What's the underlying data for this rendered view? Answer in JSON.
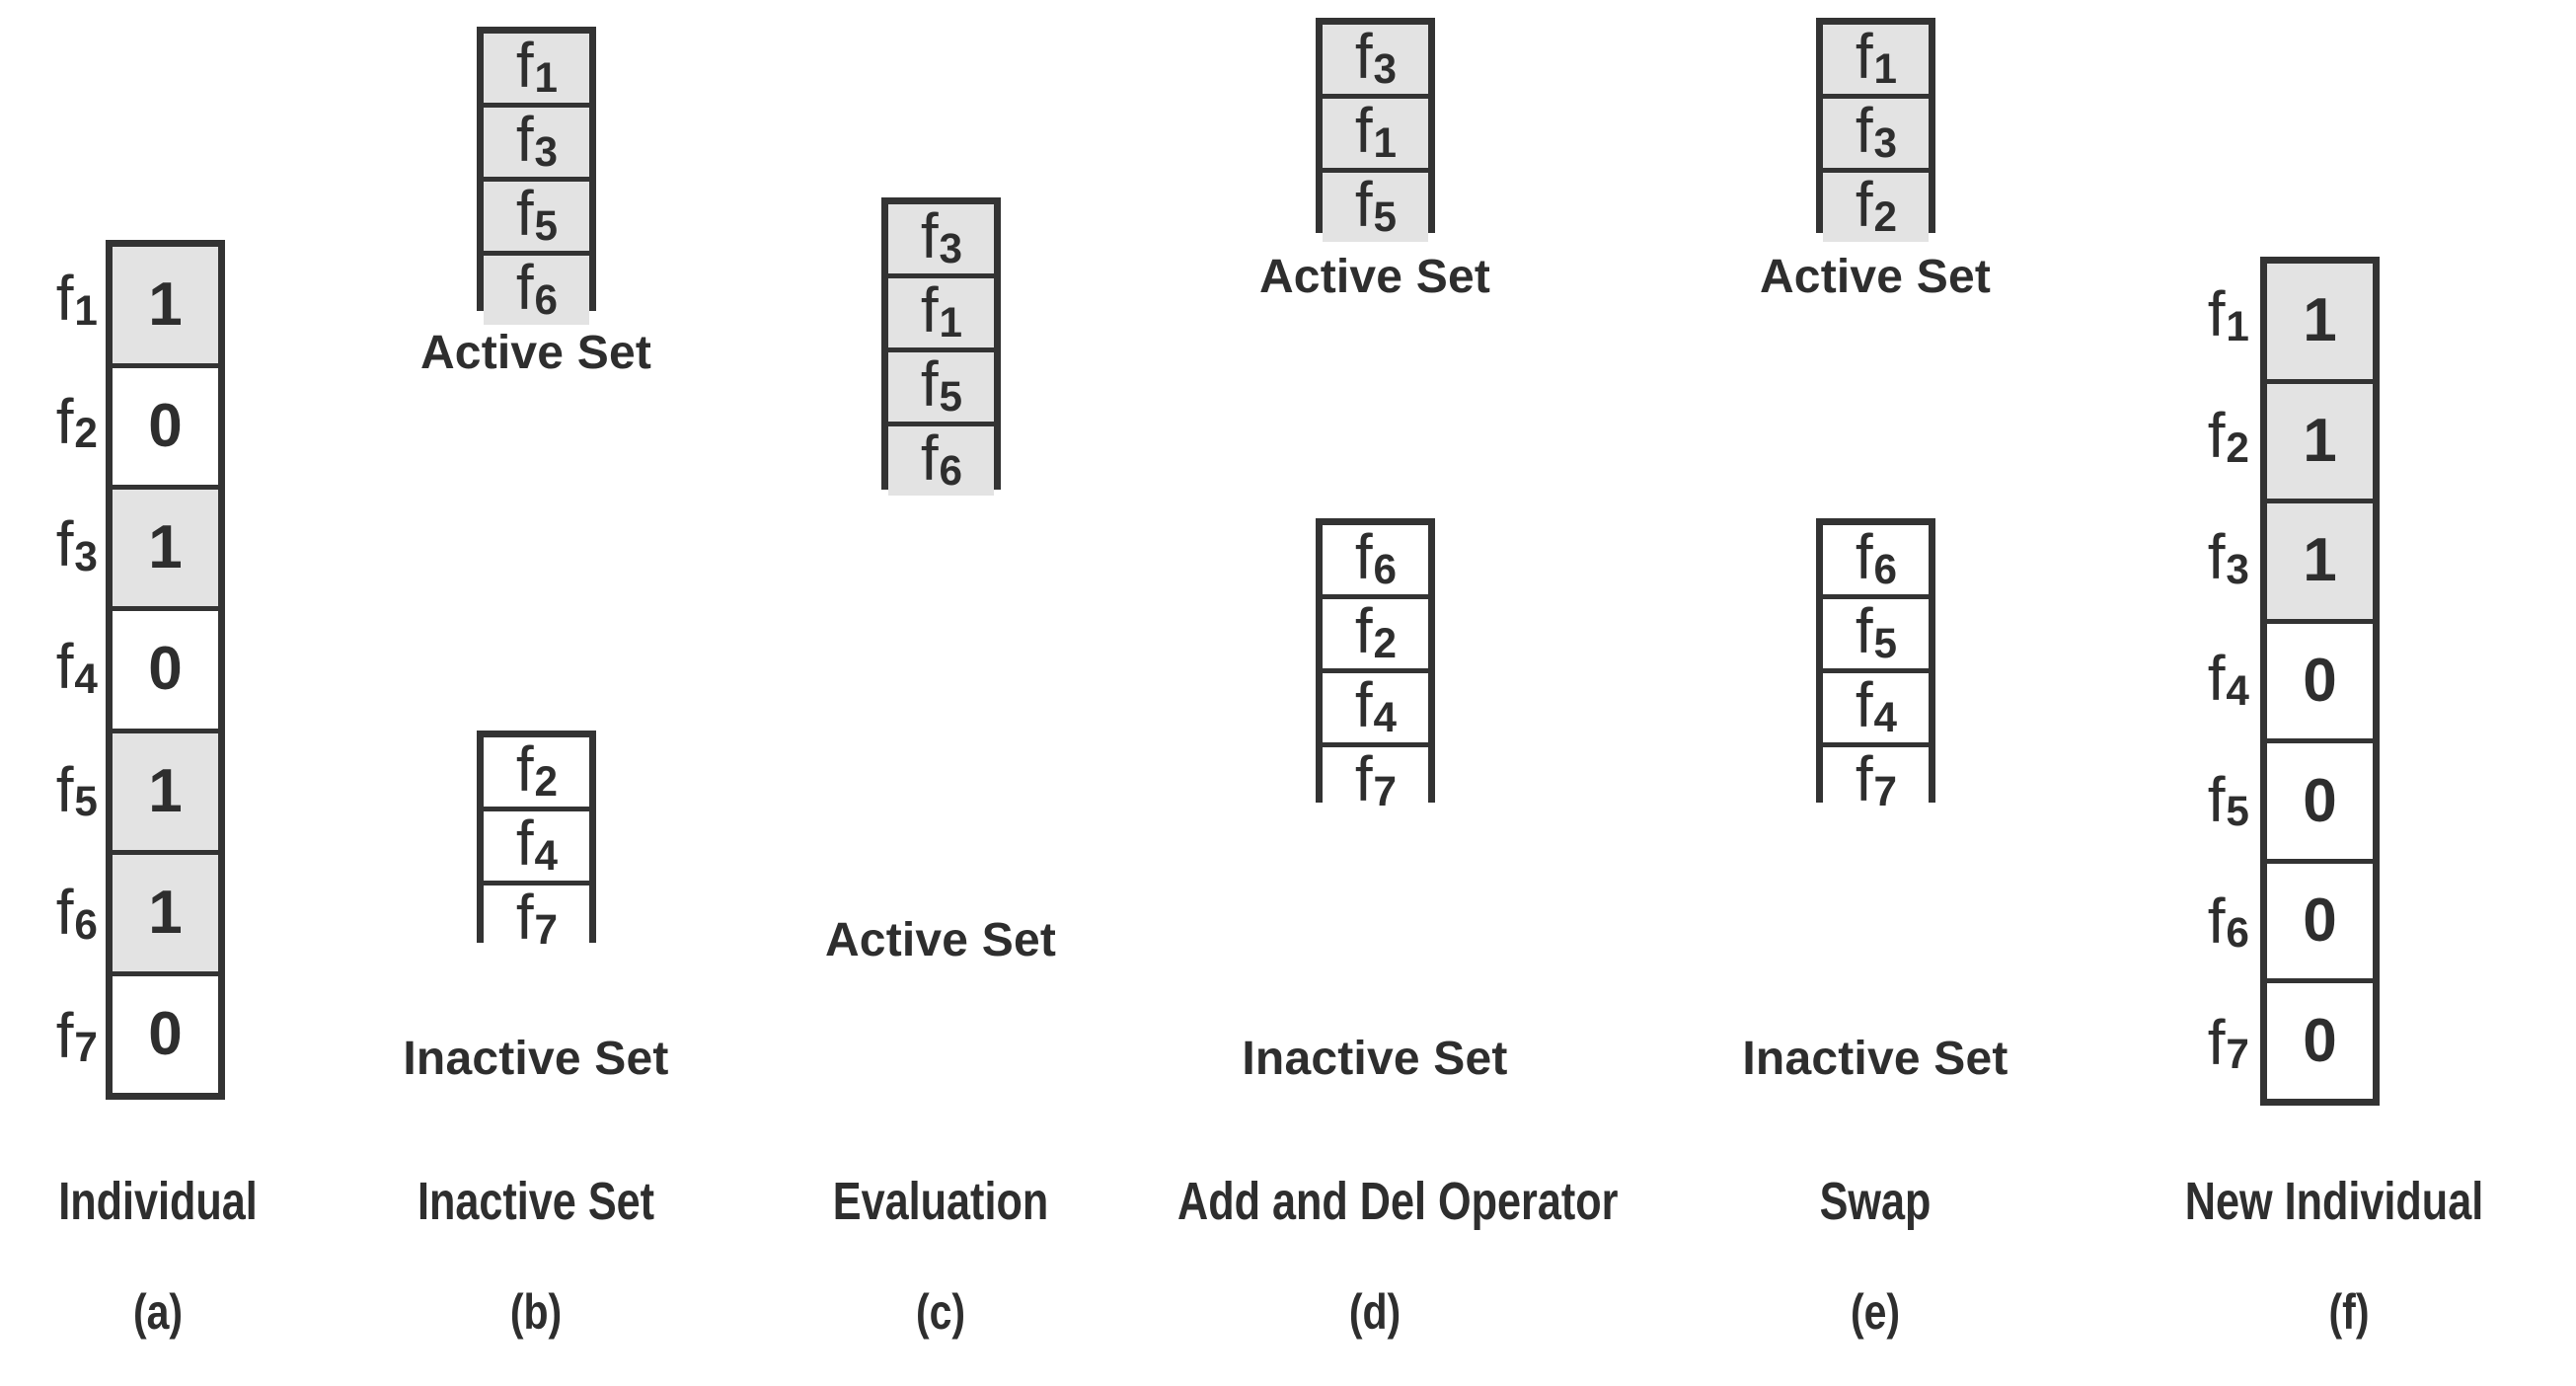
{
  "figure": {
    "description": "Genetic-algorithm feature selection encoding diagram",
    "shade_color": "#e3e3e3",
    "border_color": "#333333",
    "background": "#ffffff"
  },
  "labels": {
    "active_set": "Active Set",
    "inactive_set": "Inactive Set"
  },
  "panels": [
    {
      "id": "(a)",
      "caption": "Individual",
      "kind": "bitstring",
      "index_labels": [
        "f1",
        "f2",
        "f3",
        "f4",
        "f5",
        "f6",
        "f7"
      ],
      "bits": [
        "1",
        "0",
        "1",
        "0",
        "1",
        "1",
        "0"
      ],
      "shaded": [
        true,
        false,
        true,
        false,
        true,
        true,
        false
      ]
    },
    {
      "id": "(b)",
      "caption": "Inactive Set",
      "kind": "two-sets",
      "top_label": "Active Set",
      "top_items": [
        "f1",
        "f3",
        "f5",
        "f6"
      ],
      "top_shaded": true,
      "bottom_label": "Inactive Set",
      "bottom_items": [
        "f2",
        "f4",
        "f7"
      ],
      "bottom_shaded": false
    },
    {
      "id": "(c)",
      "caption": "Evaluation",
      "kind": "one-set",
      "label": "Active Set",
      "items": [
        "f3",
        "f1",
        "f5",
        "f6"
      ],
      "shaded": true
    },
    {
      "id": "(d)",
      "caption": "Add and Del Operator",
      "kind": "two-sets",
      "top_label": "Active Set",
      "top_items": [
        "f3",
        "f1",
        "f5"
      ],
      "top_shaded": true,
      "bottom_label": "Inactive Set",
      "bottom_items": [
        "f6",
        "f2",
        "f4",
        "f7"
      ],
      "bottom_shaded": false
    },
    {
      "id": "(e)",
      "caption": "Swap",
      "kind": "two-sets",
      "top_label": "Active Set",
      "top_items": [
        "f1",
        "f3",
        "f2"
      ],
      "top_shaded": true,
      "bottom_label": "Inactive Set",
      "bottom_items": [
        "f6",
        "f5",
        "f4",
        "f7"
      ],
      "bottom_shaded": false
    },
    {
      "id": "(f)",
      "caption": "New Individual",
      "kind": "bitstring",
      "index_labels": [
        "f1",
        "f2",
        "f3",
        "f4",
        "f5",
        "f6",
        "f7"
      ],
      "bits": [
        "1",
        "1",
        "1",
        "0",
        "0",
        "0",
        "0"
      ],
      "shaded": [
        true,
        true,
        true,
        false,
        false,
        false,
        false
      ]
    }
  ]
}
